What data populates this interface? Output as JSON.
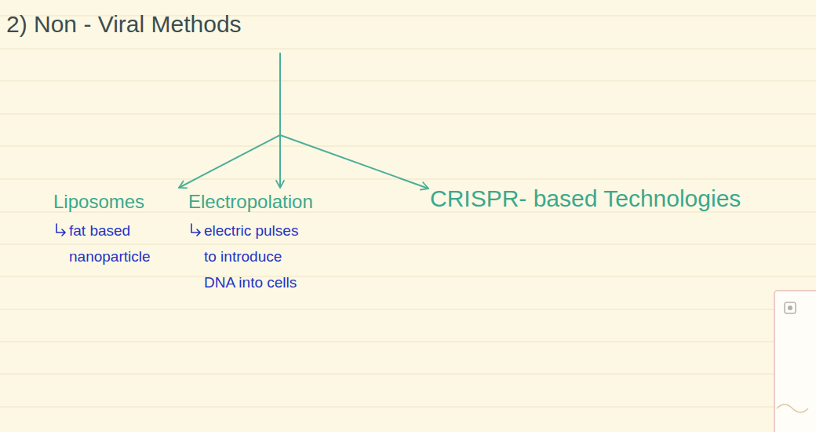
{
  "diagram": {
    "nodes": [
      {
        "text": [
          "2) Non - Viral Methods"
        ]
      },
      {
        "text": [
          "Liposomes",
          "fat based nanoparticle"
        ]
      },
      {
        "text": [
          "Electropolation",
          "electric pulses to introduce DNA into cells"
        ]
      },
      {
        "text": [
          "CRISPR- based Technologies"
        ]
      }
    ],
    "edges": [
      {
        "from": 0,
        "to": 1,
        "arrow": "to"
      },
      {
        "from": 0,
        "to": 2,
        "arrow": "to"
      },
      {
        "from": 0,
        "to": 3,
        "arrow": "to"
      }
    ]
  }
}
